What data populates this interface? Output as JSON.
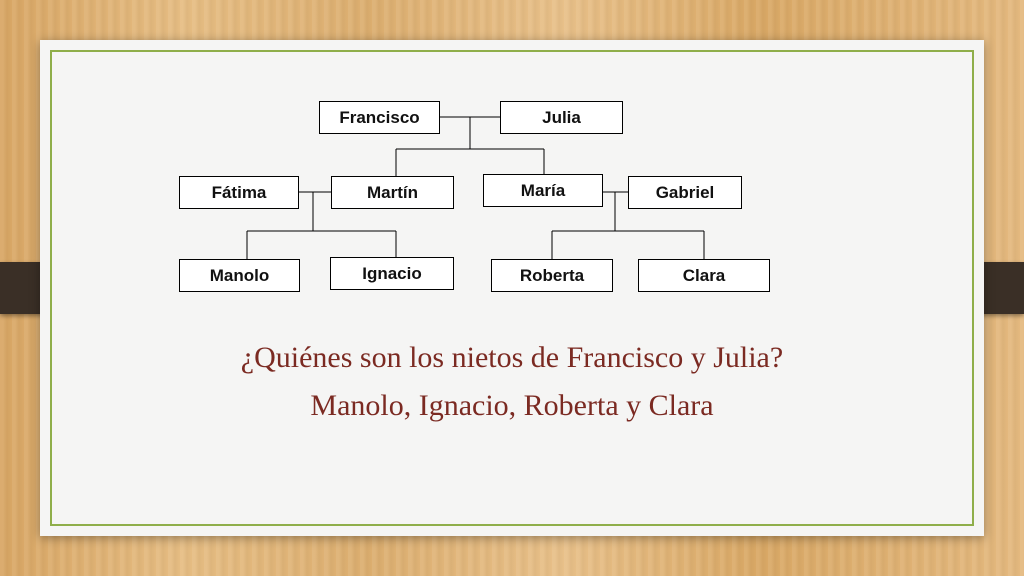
{
  "tree": {
    "francisco": "Francisco",
    "julia": "Julia",
    "fatima": "Fátima",
    "martin": "Martín",
    "maria": "María",
    "gabriel": "Gabriel",
    "manolo": "Manolo",
    "ignacio": "Ignacio",
    "roberta": "Roberta",
    "clara": "Clara"
  },
  "question": "¿Quiénes son los nietos de Francisco y Julia?",
  "answer": "Manolo, Ignacio, Roberta y Clara"
}
